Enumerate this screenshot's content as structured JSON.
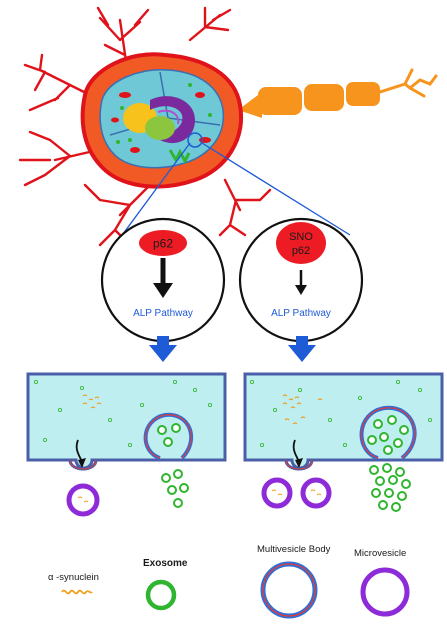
{
  "colors": {
    "neuron_body": "#f15a24",
    "neuron_outline": "#e0121a",
    "nucleus": "#6fc8d6",
    "axon": "#f7941d",
    "red_oval": "#ed1c24",
    "pathway_blue": "#1e5bd6",
    "cell_fill": "#bfeef0",
    "cell_border": "#4a5fa8",
    "vesicle_purple": "#8e2bd8",
    "exosome_green": "#2fb52f",
    "mvb_outer": "#2f6fd6",
    "mvb_inner": "#e23b3b",
    "synuclein": "#f0a020"
  },
  "left_panel": {
    "protein": "p62",
    "pathway": "ALP Pathway"
  },
  "right_panel": {
    "protein_line1": "SNO",
    "protein_line2": "p62",
    "pathway": "ALP Pathway"
  },
  "legend": {
    "synuclein": "α -synuclein",
    "exosome": "Exosome",
    "mvb": "Multivesicle Body",
    "microvesicle": "Microvesicle"
  }
}
